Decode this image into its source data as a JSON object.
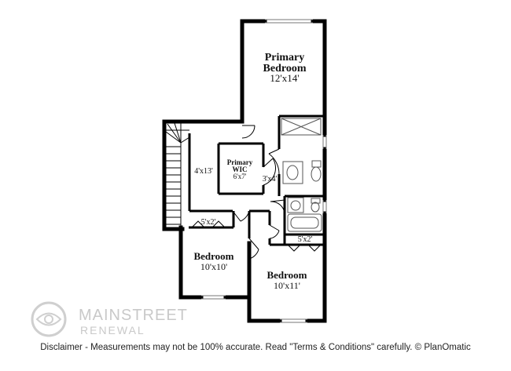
{
  "rooms": {
    "primary_bedroom": {
      "name_line1": "Primary",
      "name_line2": "Bedroom",
      "dims": "12'x14'"
    },
    "primary_wic": {
      "name_line1": "Primary",
      "name_line2": "WIC",
      "dims": "6'x7'"
    },
    "hall": {
      "dims": "4'x13'"
    },
    "bath": {
      "dims": "3'x4'"
    },
    "closet_left": {
      "dims": "5'x2'"
    },
    "closet_right": {
      "dims": "5'x2'"
    },
    "bedroom_left": {
      "name": "Bedroom",
      "dims": "10'x10'"
    },
    "bedroom_right": {
      "name": "Bedroom",
      "dims": "10'x11'"
    }
  },
  "watermark": {
    "line1": "MAINSTREET",
    "line2": "RENEWAL"
  },
  "disclaimer": "Disclaimer - Measurements may not be 100% accurate. Read \"Terms & Conditions\" carefully. © PlanOmatic",
  "colors": {
    "wall": "#000000",
    "fixture": "#555555",
    "watermark": "#c9c9c9"
  }
}
